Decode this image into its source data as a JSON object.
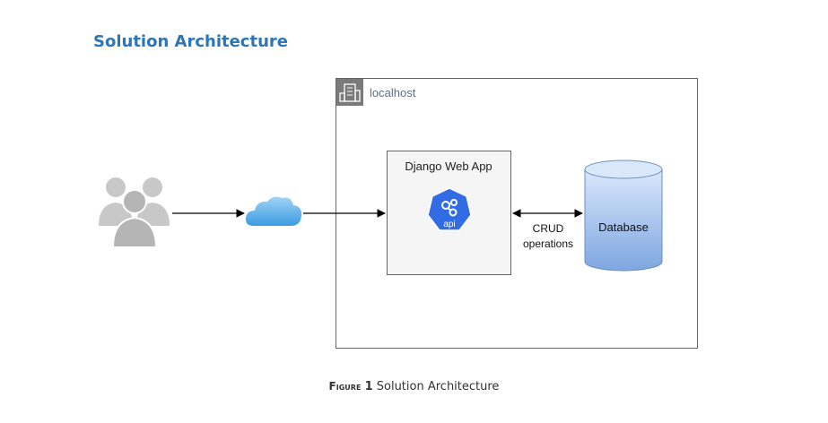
{
  "heading": "Solution Architecture",
  "diagram": {
    "boundary_label": "localhost",
    "app_label": "Django Web App",
    "api_label": "api",
    "connector_label_line1": "CRUD",
    "connector_label_line2": "operations",
    "database_label": "Database",
    "icons": [
      "users-icon",
      "cloud-icon",
      "building-icon",
      "kubernetes-api-icon",
      "database-icon"
    ],
    "colors": {
      "heading": "#2e75b6",
      "api_badge": "#326ce5",
      "database_fill_top": "#dae8fc",
      "database_fill_bottom": "#7ea6e0",
      "cloud": "#5bb4ee",
      "users": "#c8c8c8"
    }
  },
  "caption": {
    "prefix": "Figure",
    "number": "1",
    "text": "Solution Architecture"
  }
}
